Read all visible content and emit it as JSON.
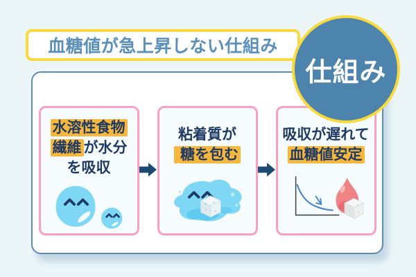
{
  "header": {
    "title": "血糖値が急上昇しない仕組み",
    "badge": "仕組み"
  },
  "steps": [
    {
      "name": "soluble-fiber-absorbs-water",
      "line1_hl": "水溶性食物",
      "line2_hl": "繊維",
      "line2_rest": "が水分",
      "line3": "を吸収",
      "icon": "water-droplets"
    },
    {
      "name": "mucilage-wraps-sugar",
      "line1": "粘着質が",
      "line2_hl": "糖を包む",
      "icon": "gel-blob-wrapping-sugar-cube"
    },
    {
      "name": "slow-absorption-stable-glucose",
      "line1": "吸収が遅れて",
      "line2_hl": "血糖値安定",
      "icon": "declining-graph-blood-drop-sugar-cube"
    }
  ],
  "icons": {
    "connector": "right-arrow"
  },
  "colors": {
    "background": "#ecf6f9",
    "accent_yellow": "#f8d93e",
    "accent_blue": "#5a8fba",
    "badge_fill": "#4c84ad",
    "panel_border": "#5a8cb4",
    "card_border_pink": "#f8a0bd",
    "card_bg": "#f6fbfd",
    "text_navy": "#1e3a64",
    "highlight_orange": "#f6b73c",
    "arrow_navy": "#1d4a72",
    "droplet_blue": "#7ed7f4",
    "blood_red": "#ef8285"
  }
}
